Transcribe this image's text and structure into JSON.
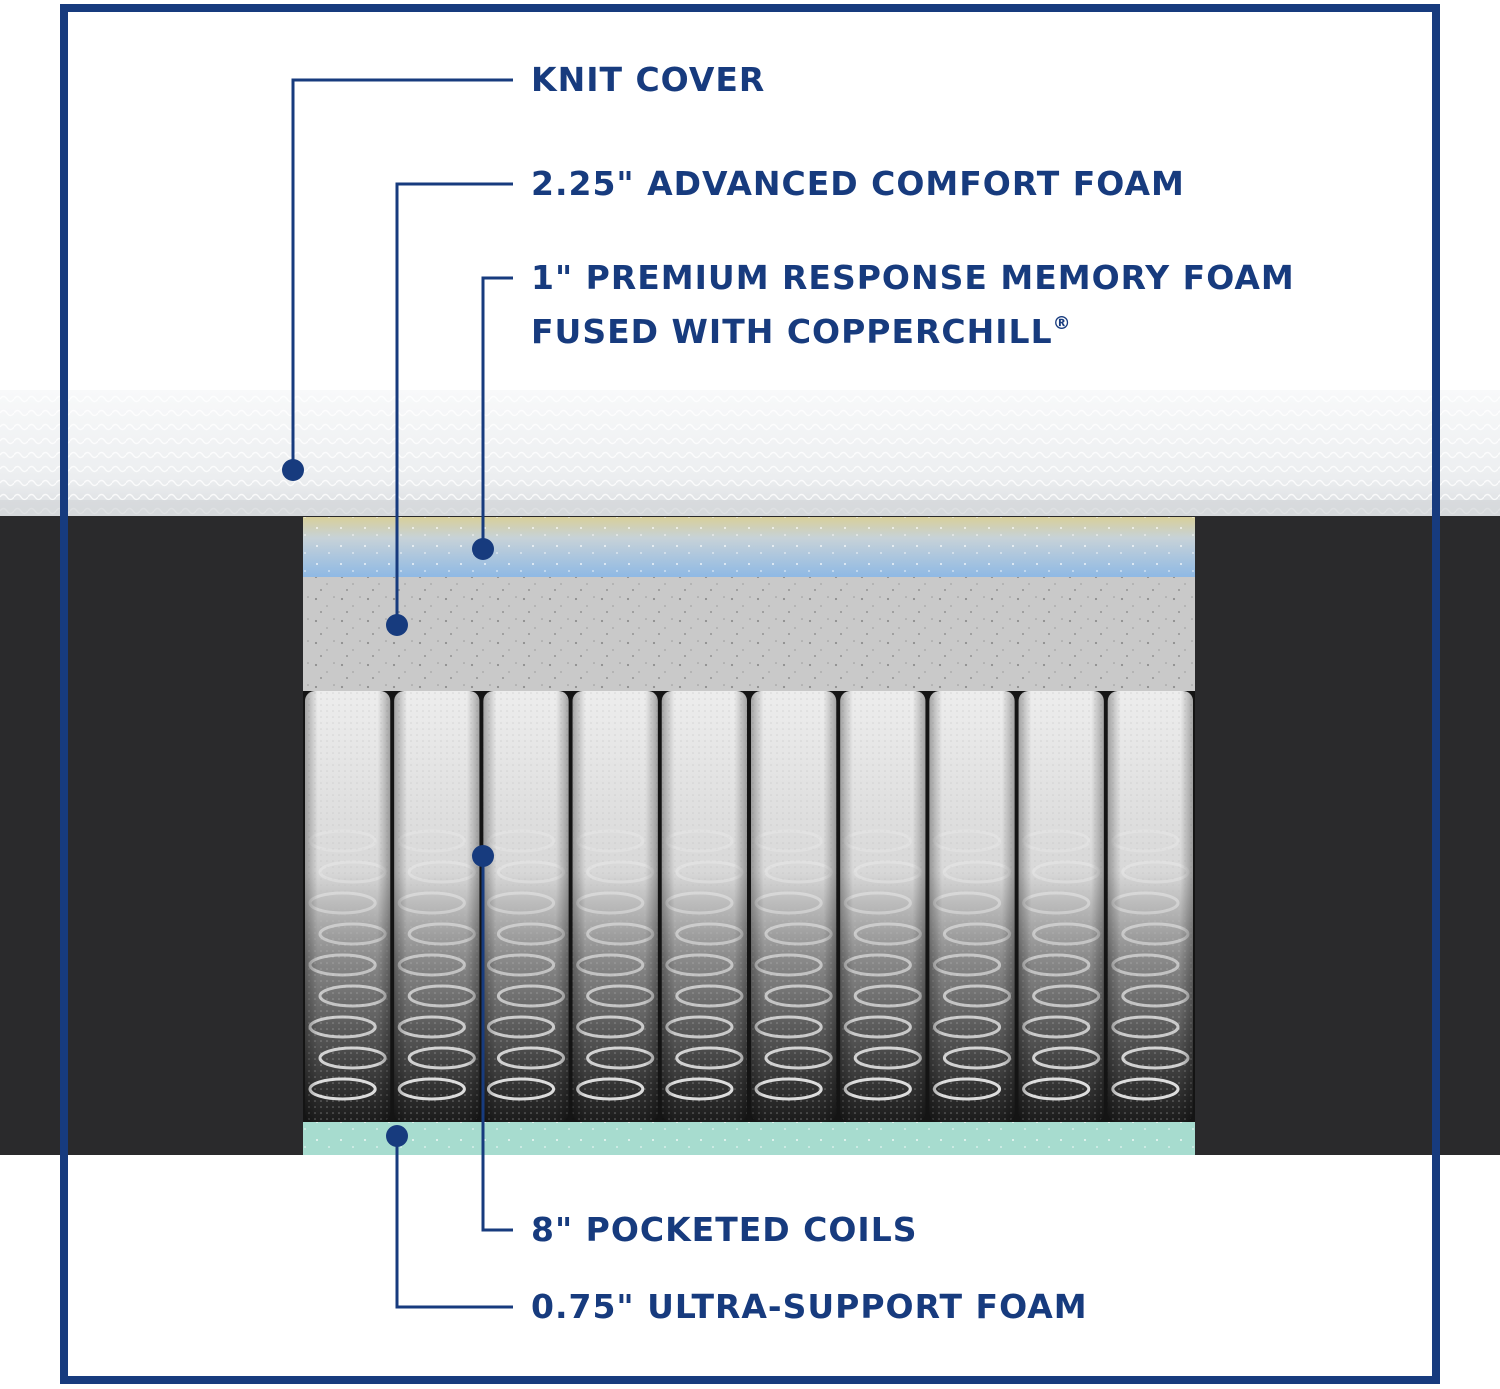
{
  "callouts": [
    {
      "id": "knit-cover",
      "lines": [
        "KNIT COVER"
      ]
    },
    {
      "id": "advanced-comfort-foam",
      "lines": [
        "2.25\" ADVANCED COMFORT FOAM"
      ]
    },
    {
      "id": "memory-foam",
      "lines": [
        "1\" PREMIUM RESPONSE MEMORY FOAM",
        "FUSED WITH COPPERCHILL"
      ],
      "mark": "®"
    },
    {
      "id": "pocketed-coils",
      "lines": [
        "8\" POCKETED COILS"
      ]
    },
    {
      "id": "ultra-support-foam",
      "lines": [
        "0.75\" ULTRA-SUPPORT FOAM"
      ]
    }
  ],
  "colors": {
    "accent": "#173b7e",
    "cover": "#f3f4f5",
    "side_panel": "#2a2a2c",
    "gel_foam": "#9fc3e6",
    "comfort_foam": "#c9c9c9",
    "coil_sleeve": "#e2e2e2",
    "base_foam": "#a7dccf"
  }
}
